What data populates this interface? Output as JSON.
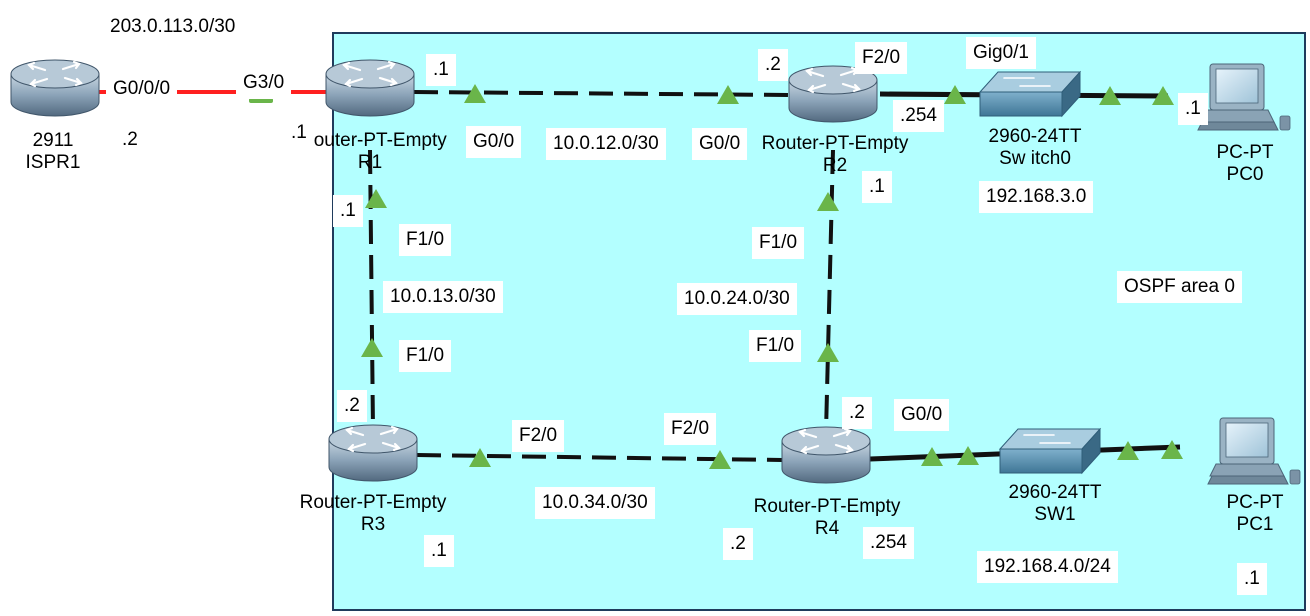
{
  "colors": {
    "area_fill": "#b3ffff",
    "area_border": "#1f3b5c",
    "ethernet_link": "#111111",
    "wan_link": "#ff2020",
    "link_up_arrow": "#6ab54a"
  },
  "area": {
    "label": "OSPF area 0"
  },
  "devices": {
    "ispr1": {
      "model": "2911",
      "name": "ISPR1",
      "icon": "router-icon"
    },
    "r1": {
      "model": "Router-PT-Empty",
      "name": "R1",
      "icon": "router-icon"
    },
    "r2": {
      "model": "Router-PT-Empty",
      "name": "R2",
      "icon": "router-icon"
    },
    "r3": {
      "model": "Router-PT-Empty",
      "name": "R3",
      "icon": "router-icon"
    },
    "r4": {
      "model": "Router-PT-Empty",
      "name": "R4",
      "icon": "router-icon"
    },
    "switch0": {
      "model": "2960-24TT",
      "name": "Sw itch0",
      "icon": "switch-icon"
    },
    "sw1": {
      "model": "2960-24TT",
      "name": "SW1",
      "icon": "switch-icon"
    },
    "pc0": {
      "model": "PC-PT",
      "name": "PC0",
      "icon": "pc-icon"
    },
    "pc1": {
      "model": "PC-PT",
      "name": "PC1",
      "icon": "pc-icon"
    }
  },
  "networks": {
    "isp": "203.0.113.0/30",
    "r1_r2": "10.0.12.0/30",
    "r1_r3": "10.0.13.0/30",
    "r2_r4": "10.0.24.0/30",
    "r3_r4": "10.0.34.0/30",
    "lan_r2": "192.168.3.0",
    "lan_r4": "192.168.4.0/24"
  },
  "interfaces": {
    "ispr1_g000": "G0/0/0",
    "r1_g30": "G3/0",
    "r1_g00": "G0/0",
    "r2_g00": "G0/0",
    "r2_f20": "F2/0",
    "switch0_gig01": "Gig0/1",
    "r1_f10": "F1/0",
    "r3_f10": "F1/0",
    "r2_f10": "F1/0",
    "r4_f10": "F1/0",
    "r3_f20": "F2/0",
    "r4_f20": "F2/0",
    "r4_g00": "G0/0"
  },
  "host_ids": {
    "ispr1_wan": ".2",
    "r1_wan": ".1",
    "r1_r2_side": ".1",
    "r2_r1_side": ".2",
    "r2_lan": ".254",
    "pc0": ".1",
    "r1_r3_side": ".1",
    "r2_r4_side": ".1",
    "r3_r1_side": ".2",
    "r4_r2_side": ".2",
    "r3_r4_side": ".1",
    "r4_r3_side": ".2",
    "r4_lan": ".254",
    "pc1": ".1"
  }
}
